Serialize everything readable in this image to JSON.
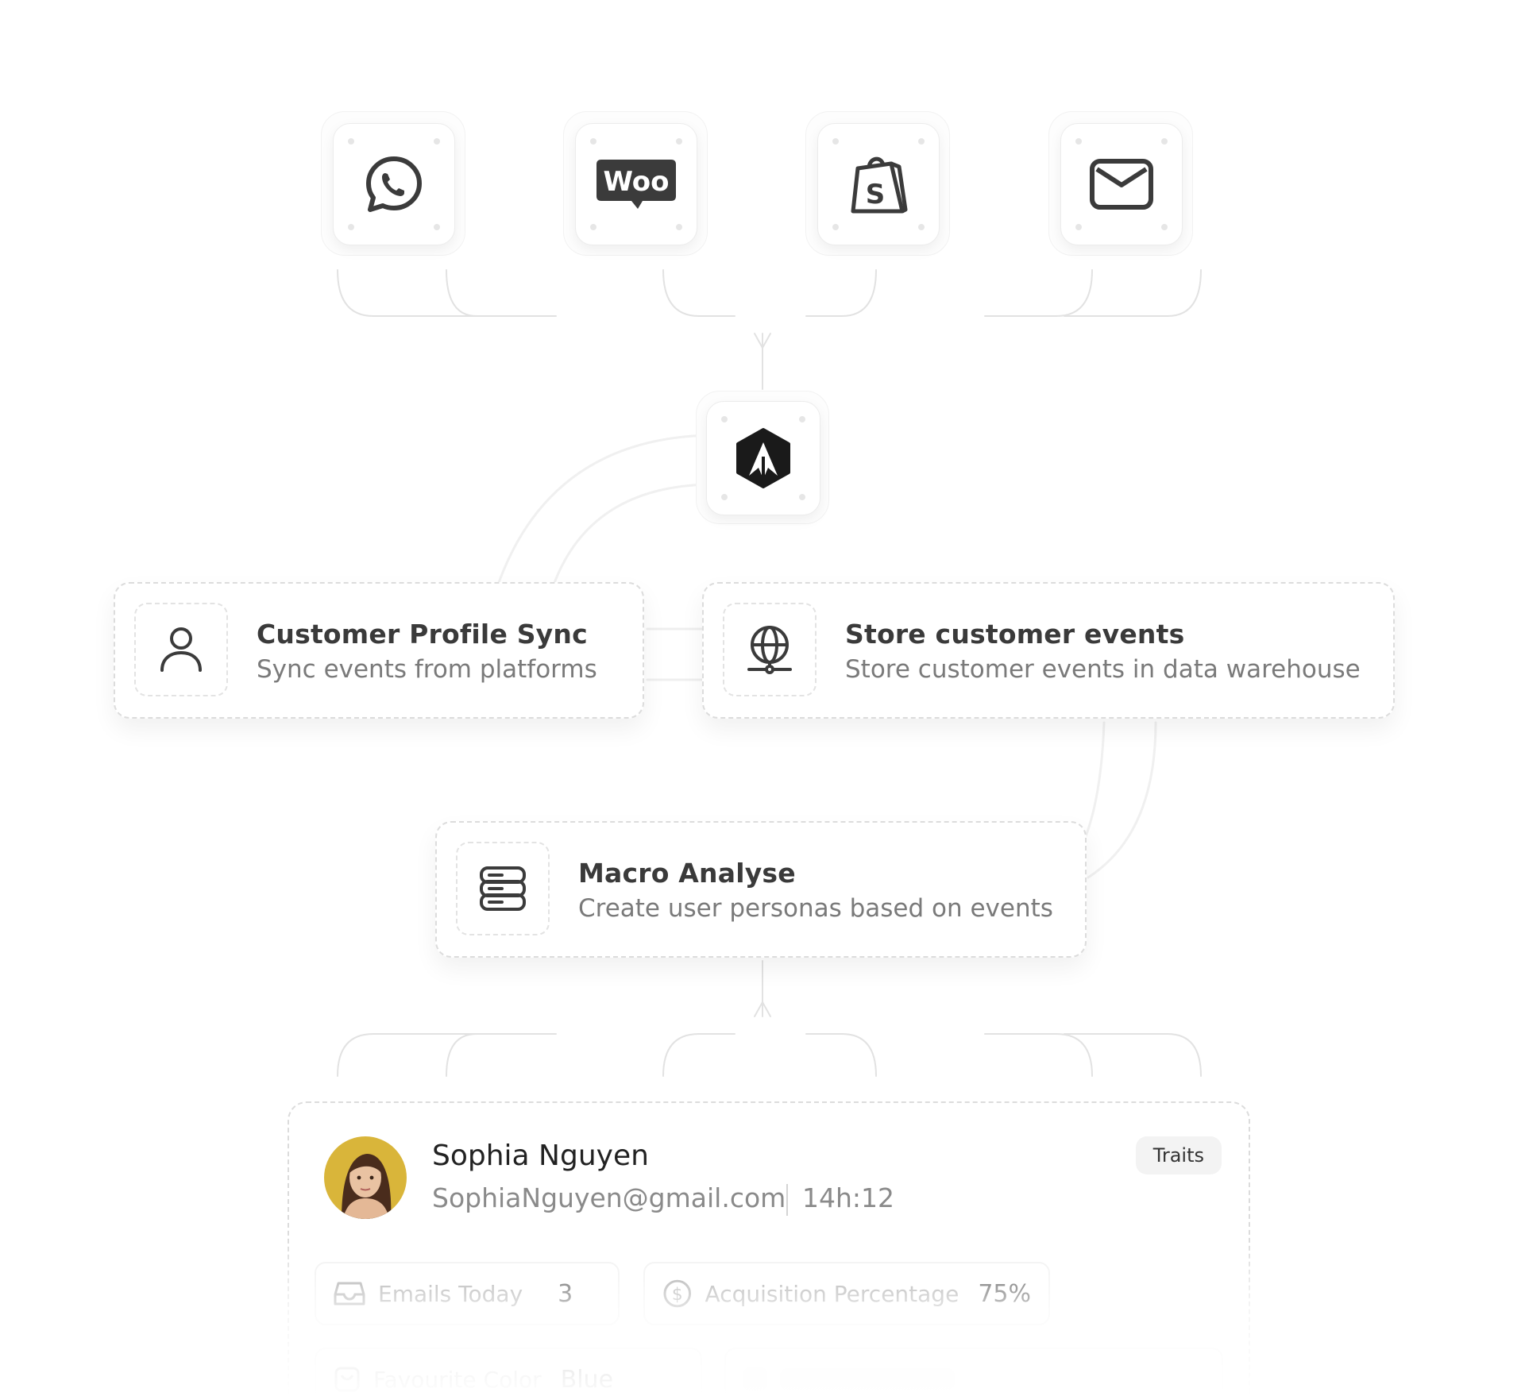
{
  "sources": [
    {
      "icon": "whatsapp-icon"
    },
    {
      "icon": "woocommerce-icon",
      "text": "Woo"
    },
    {
      "icon": "shopify-icon"
    },
    {
      "icon": "mail-icon"
    }
  ],
  "hub": {
    "icon": "app-logo-icon"
  },
  "steps": {
    "profile_sync": {
      "icon": "user-icon",
      "title": "Customer Profile Sync",
      "subtitle": "Sync events from platforms"
    },
    "store_events": {
      "icon": "globe-icon",
      "title": "Store customer events",
      "subtitle": "Store customer events in data warehouse"
    },
    "macro_analyse": {
      "icon": "server-icon",
      "title": "Macro Analyse",
      "subtitle": "Create user personas based on events"
    }
  },
  "profile": {
    "name": "Sophia Nguyen",
    "email": "SophiaNguyen@gmail.com",
    "time": "14h:12",
    "badge": "Traits",
    "stats": [
      {
        "icon": "inbox-icon",
        "label": "Emails Today",
        "value": "3"
      },
      {
        "icon": "dollar-icon",
        "label": "Acquisition Percentage",
        "value": "75%"
      },
      {
        "icon": "palette-icon",
        "label": "Favourite Color",
        "value": "Blue"
      }
    ]
  },
  "colors": {
    "icon": "#3b3b3b",
    "logo": "#1a1a1a",
    "avatar_bg": "#d9b53a"
  }
}
